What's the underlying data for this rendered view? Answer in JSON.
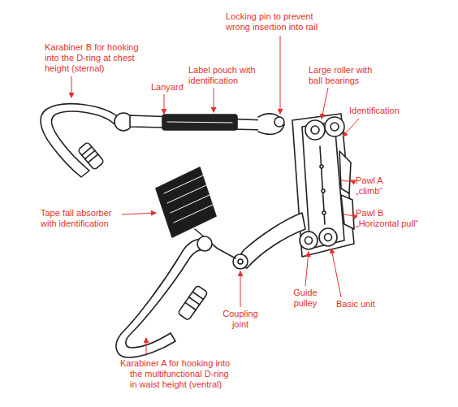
{
  "diagram": {
    "labels": [
      "Locking pin to prevent wrong insertion into rail",
      "Karabiner B for hooking into the D-ring at chest height (sternal)",
      "Label pouch with identification",
      "Large roller with ball bearings",
      "Lanyard",
      "Identification",
      "Pawl A „climb“",
      "Pawl B „Horizontal pull“",
      "Tape fall absorber with identification",
      "Guide pulley",
      "Basic unit",
      "Coupling joint",
      "Karabiner A for hooking into the multifunctional D-ring in waist height (ventral)"
    ]
  }
}
